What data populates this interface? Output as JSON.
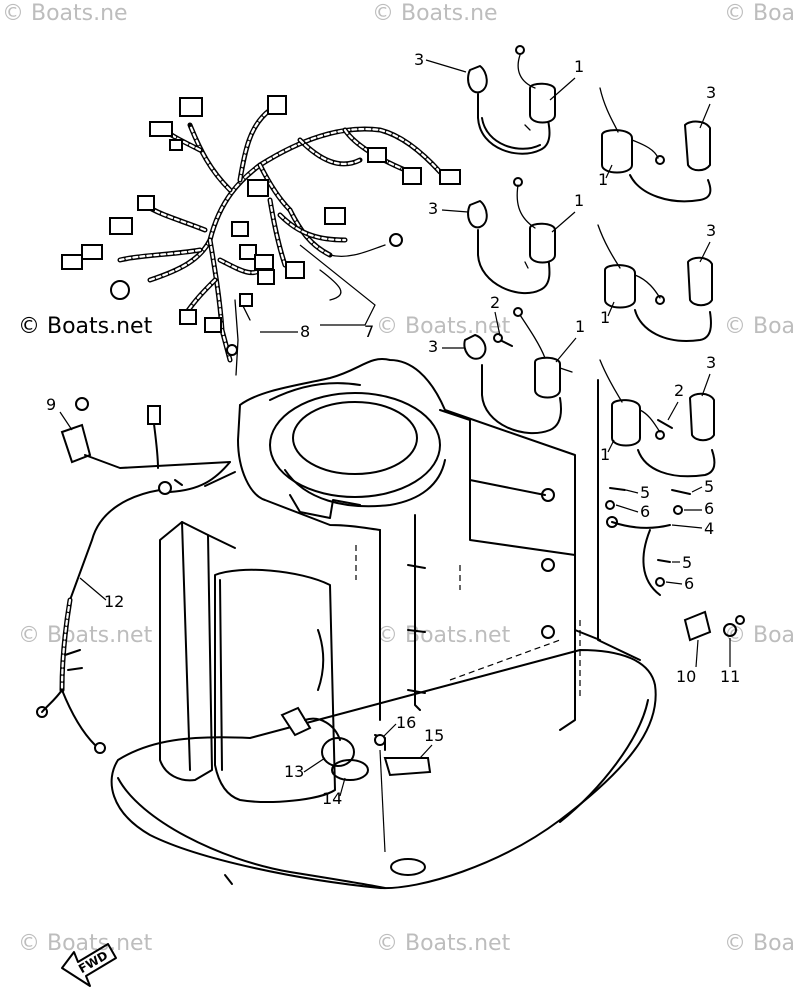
{
  "callouts": {
    "c1": "1",
    "c2": "2",
    "c3": "3",
    "c4": "4",
    "c5": "5",
    "c6": "6",
    "c7": "7",
    "c8": "8",
    "c9": "9",
    "c10": "10",
    "c11": "11",
    "c12": "12",
    "c13": "13",
    "c14": "14",
    "c15": "15",
    "c16": "16"
  },
  "watermark": {
    "text": "© Boats.net",
    "short": "© Boats.ne",
    "corner": "© Boa"
  },
  "fwd_label": "FWD",
  "colors": {
    "ink": "#000000",
    "watermark": "#bdbdbd",
    "paper": "#ffffff"
  }
}
